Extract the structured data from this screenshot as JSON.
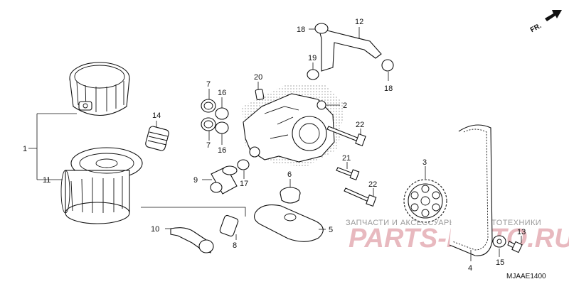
{
  "orientation": "FR.",
  "diagram_code": "MJAAE1400",
  "watermark": {
    "subtitle": "ЗАПЧАСТИ И АКСЕССУАРЫ ДЛЯ МОТОТЕХНИКИ",
    "brand": "PARTS-MOTO.RU"
  },
  "callouts": {
    "c1": "1",
    "c2": "2",
    "c3": "3",
    "c4": "4",
    "c5": "5",
    "c6": "6",
    "c7a": "7",
    "c7b": "7",
    "c8": "8",
    "c9": "9",
    "c10": "10",
    "c11": "11",
    "c12": "12",
    "c13": "13",
    "c14": "14",
    "c15": "15",
    "c16a": "16",
    "c16b": "16",
    "c17": "17",
    "c18a": "18",
    "c18b": "18",
    "c19": "19",
    "c20": "20",
    "c21": "21",
    "c22a": "22",
    "c22b": "22"
  },
  "colors": {
    "line": "#111111",
    "watermark_red": "#e8b9bf",
    "watermark_gray": "#9a9a9a"
  }
}
